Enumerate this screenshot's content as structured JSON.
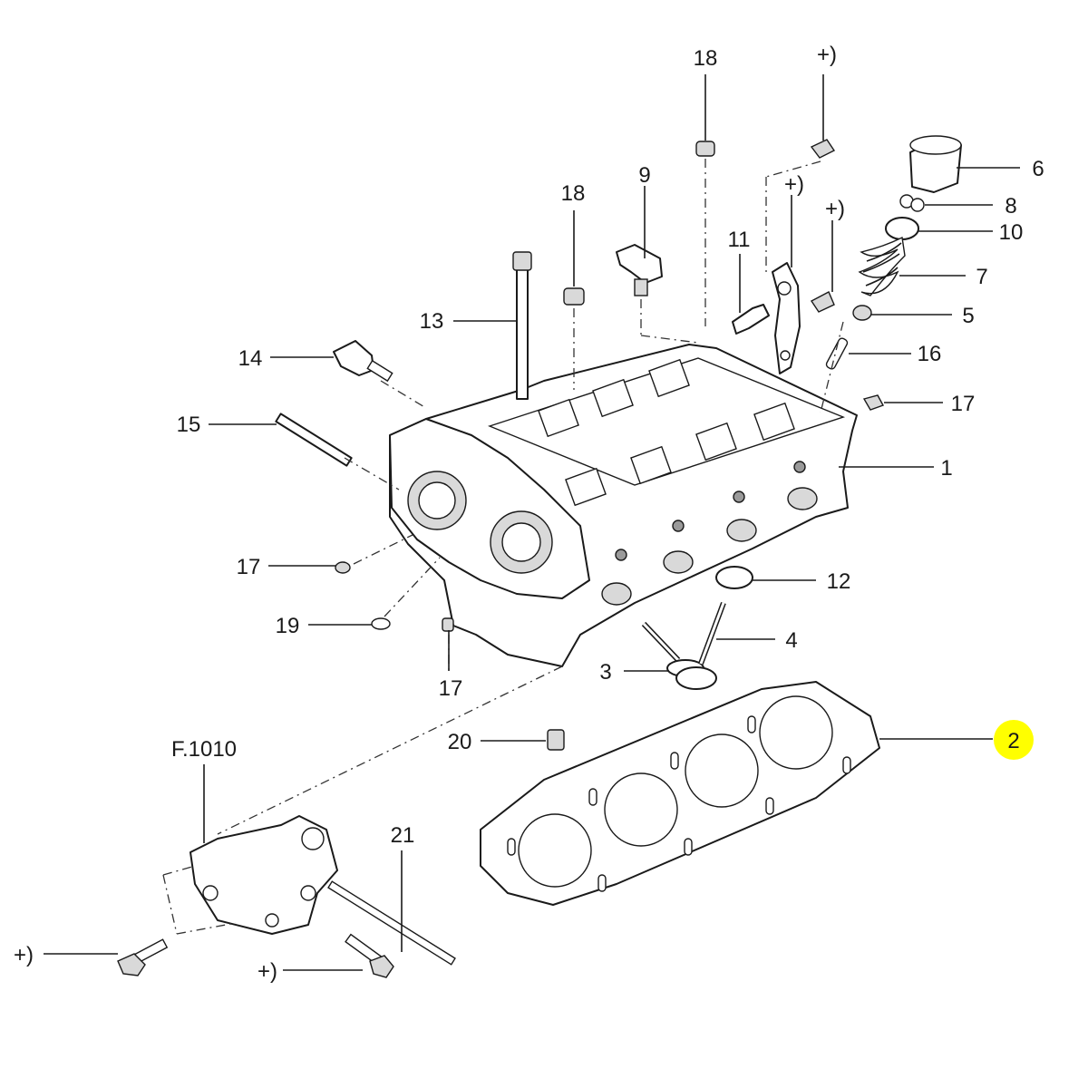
{
  "highlight_color": "#ffff00",
  "callouts": {
    "c18a": "18",
    "c_plus1": "+)",
    "c6": "6",
    "c8": "8",
    "c10": "10",
    "c7": "7",
    "c5": "5",
    "c16": "16",
    "c17a": "17",
    "c1": "1",
    "c18b": "18",
    "c9": "9",
    "c_plus2": "+)",
    "c_plus3": "+)",
    "c11": "11",
    "c13": "13",
    "c14": "14",
    "c15": "15",
    "c17b": "17",
    "c19": "19",
    "c17c": "17",
    "c12": "12",
    "c4": "4",
    "c3": "3",
    "c2": "2",
    "c20": "20",
    "f1010": "F.1010",
    "c21": "21",
    "c_plus4": "+)",
    "c_plus5": "+)"
  }
}
